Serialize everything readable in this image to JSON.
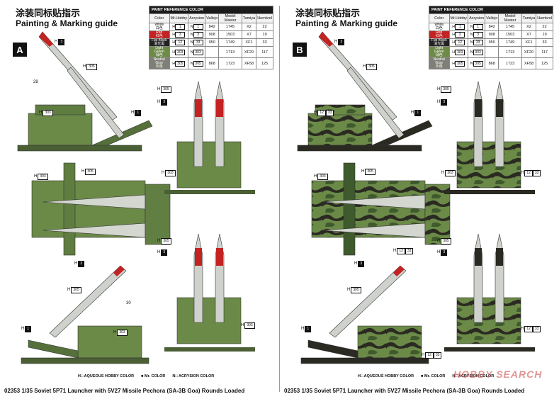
{
  "title_cn": "涂装同标贴指示",
  "title_en": "Painting & Marking guide",
  "paint_table": {
    "title": "PAINT  REFERENCE COLOR",
    "headers": [
      "Color",
      "Mr.Hobby",
      "Acrysion",
      "Vallejo",
      "Model Master",
      "Tamiya",
      "Humbrol"
    ],
    "rows": [
      {
        "color_en": "White",
        "color_cn": "白色",
        "swatch": "#ffffff",
        "mrhobby": "1",
        "acrysion": "1",
        "vallejo": "842",
        "model_master": "1745",
        "tamiya": "X2",
        "humbrol": "22"
      },
      {
        "color_en": "Red",
        "color_cn": "红色",
        "swatch": "#c32323",
        "mrhobby": "3",
        "acrysion": "3",
        "vallejo": "908",
        "model_master": "1503",
        "tamiya": "X7",
        "humbrol": "19"
      },
      {
        "color_en": "Flat Black",
        "color_cn": "消光黑",
        "swatch": "#222222",
        "mrhobby": "12",
        "acrysion": "33",
        "vallejo": "950",
        "model_master": "1749",
        "tamiya": "XF1",
        "humbrol": "33"
      },
      {
        "color_en": "Light Green",
        "color_cn": "绿色",
        "swatch": "#6e8a49",
        "mrhobby": "303",
        "acrysion": "303",
        "vallejo": "",
        "model_master": "1713",
        "tamiya": "XF20",
        "humbrol": "117"
      },
      {
        "color_en": "Neutral Gray",
        "color_cn": "灰色",
        "swatch": "#7f7f76",
        "mrhobby": "305",
        "acrysion": "305",
        "vallejo": "868",
        "model_master": "1723",
        "tamiya": "XF58",
        "humbrol": "125"
      }
    ]
  },
  "versions": [
    "A",
    "B"
  ],
  "callouts": {
    "h1": "1",
    "h3": "3",
    "h12": "12",
    "h33": "33",
    "h303": "303",
    "h305": "305"
  },
  "prefix_h": "H",
  "prefix_n": "N",
  "labels": {
    "n28": "28",
    "n30": "30"
  },
  "legend": {
    "aqueous": "AQUEOUS HOBBY COLOR",
    "mr": "Mr. COLOR",
    "acrysion": "ACRYSION COLOR",
    "h_prefix": "H",
    "n_prefix": "N"
  },
  "caption": "02353 1/35 Soviet 5P71 Launcher with 5V27 Missile Pechora (SA-3B Goa) Rounds Loaded",
  "watermark": "HOBBY SEARCH",
  "colors": {
    "green": "#6b8a48",
    "dark_green": "#3f5a2c",
    "camo_black": "#2a2a22",
    "missile_grey": "#cfd2cc",
    "red": "#c32323"
  }
}
